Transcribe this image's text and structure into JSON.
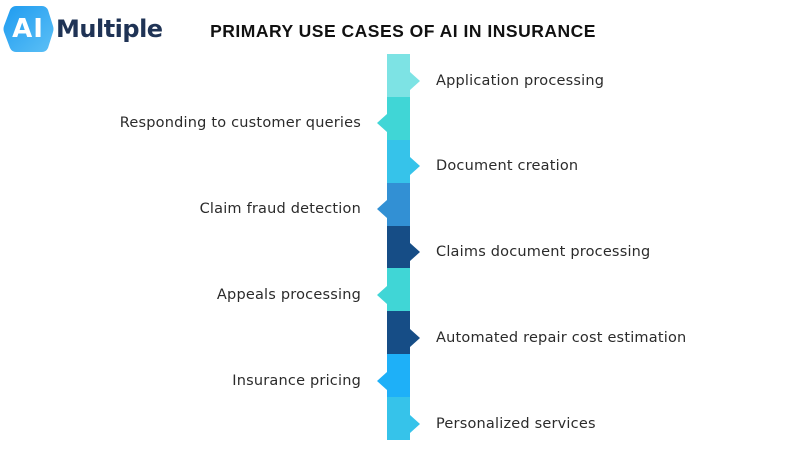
{
  "logo": {
    "mark": "AI",
    "text": "Multiple",
    "mark_color": "#1ea0f0",
    "text_color": "#1f3355"
  },
  "title": "PRIMARY USE CASES OF AI IN INSURANCE",
  "use_cases": [
    {
      "label": "Application processing",
      "side": "right",
      "color": "#7de3e4"
    },
    {
      "label": "Responding to customer queries",
      "side": "left",
      "color": "#40d6d6"
    },
    {
      "label": "Document creation",
      "side": "right",
      "color": "#36c3ea"
    },
    {
      "label": "Claim fraud detection",
      "side": "left",
      "color": "#3290d4"
    },
    {
      "label": "Claims document processing",
      "side": "right",
      "color": "#164d86"
    },
    {
      "label": "Appeals processing",
      "side": "left",
      "color": "#40d6d6"
    },
    {
      "label": "Automated repair cost estimation",
      "side": "right",
      "color": "#164d86"
    },
    {
      "label": "Insurance pricing",
      "side": "left",
      "color": "#1eb0f8"
    },
    {
      "label": "Personalized services",
      "side": "right",
      "color": "#36c3ea"
    }
  ]
}
